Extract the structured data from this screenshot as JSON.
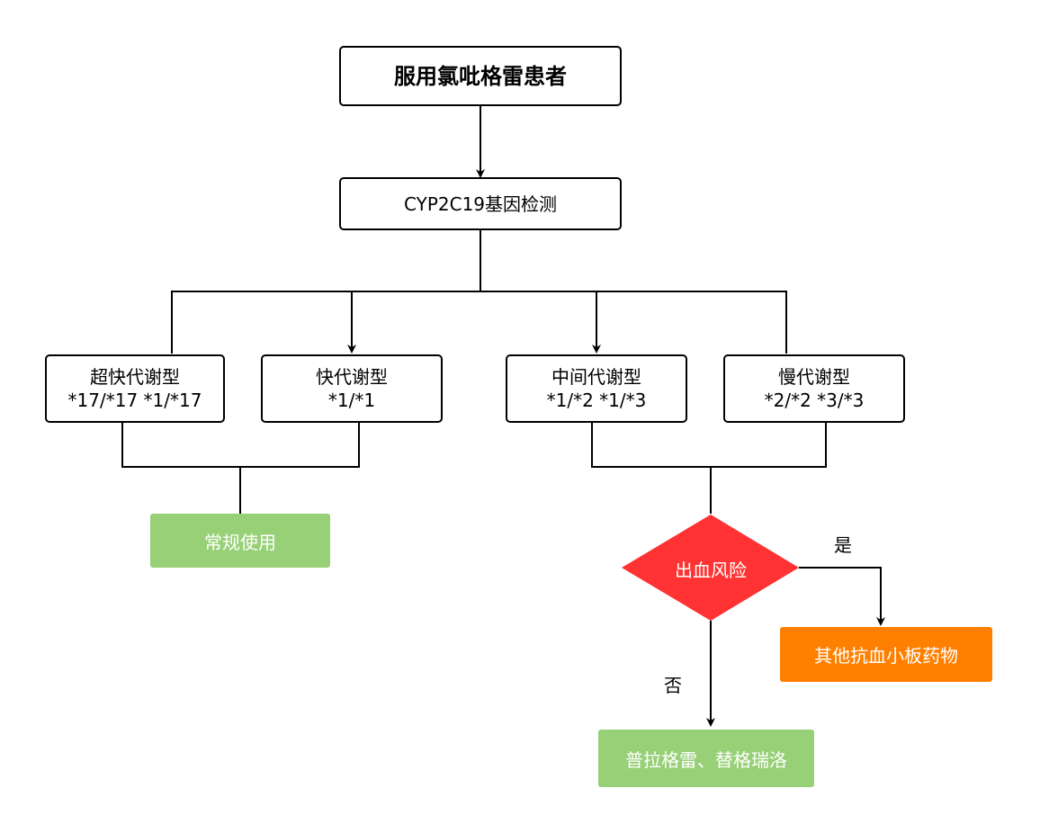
{
  "nodes": {
    "start": "服用氯吡格雷患者",
    "test": "CYP2C19基因检测",
    "ultra": {
      "name": "超快代谢型",
      "genotype": "*17/*17 *1/*17"
    },
    "fast": {
      "name": "快代谢型",
      "genotype": "*1/*1"
    },
    "mid": {
      "name": "中间代谢型",
      "genotype": "*1/*2 *1/*3"
    },
    "slow": {
      "name": "慢代谢型",
      "genotype": "*2/*2 *3/*3"
    },
    "normal": "常规使用",
    "bleed": "出血风险",
    "other": "其他抗血小板药物",
    "alt": "普拉格雷、替格瑞洛"
  },
  "edge_labels": {
    "yes": "是",
    "no": "否"
  },
  "colors": {
    "green": "#97d077",
    "orange": "#ff8000",
    "red": "#ff3333"
  }
}
